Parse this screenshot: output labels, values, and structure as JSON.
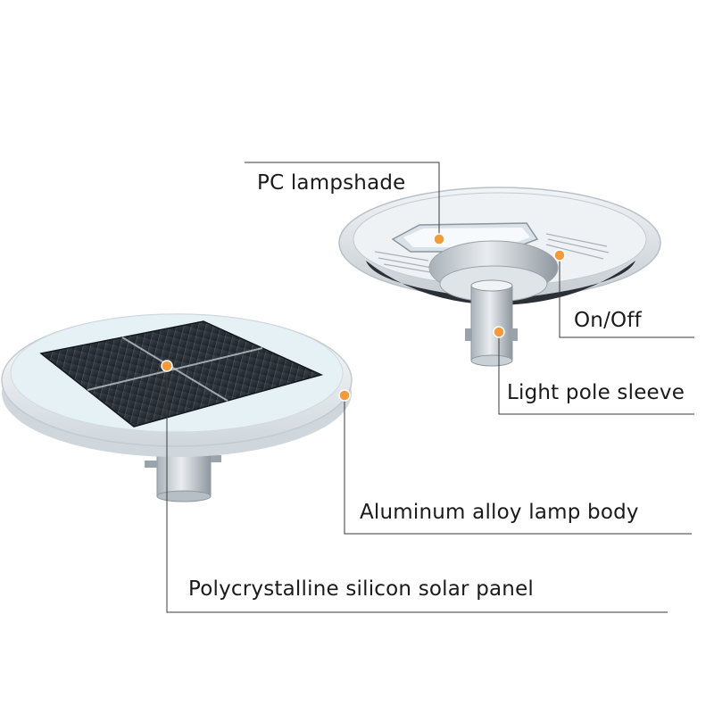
{
  "callouts": {
    "pc_lampshade": "PC lampshade",
    "on_off": "On/Off",
    "light_pole_sleeve": "Light pole sleeve",
    "aluminum_body": "Aluminum alloy lamp body",
    "solar_panel": "Polycrystalline silicon solar panel"
  },
  "colors": {
    "marker": "#f39a3a",
    "leader_line": "#3a3a3a",
    "lamp_body": "#e3e8ec",
    "solar_cell": "#2a2f36"
  }
}
